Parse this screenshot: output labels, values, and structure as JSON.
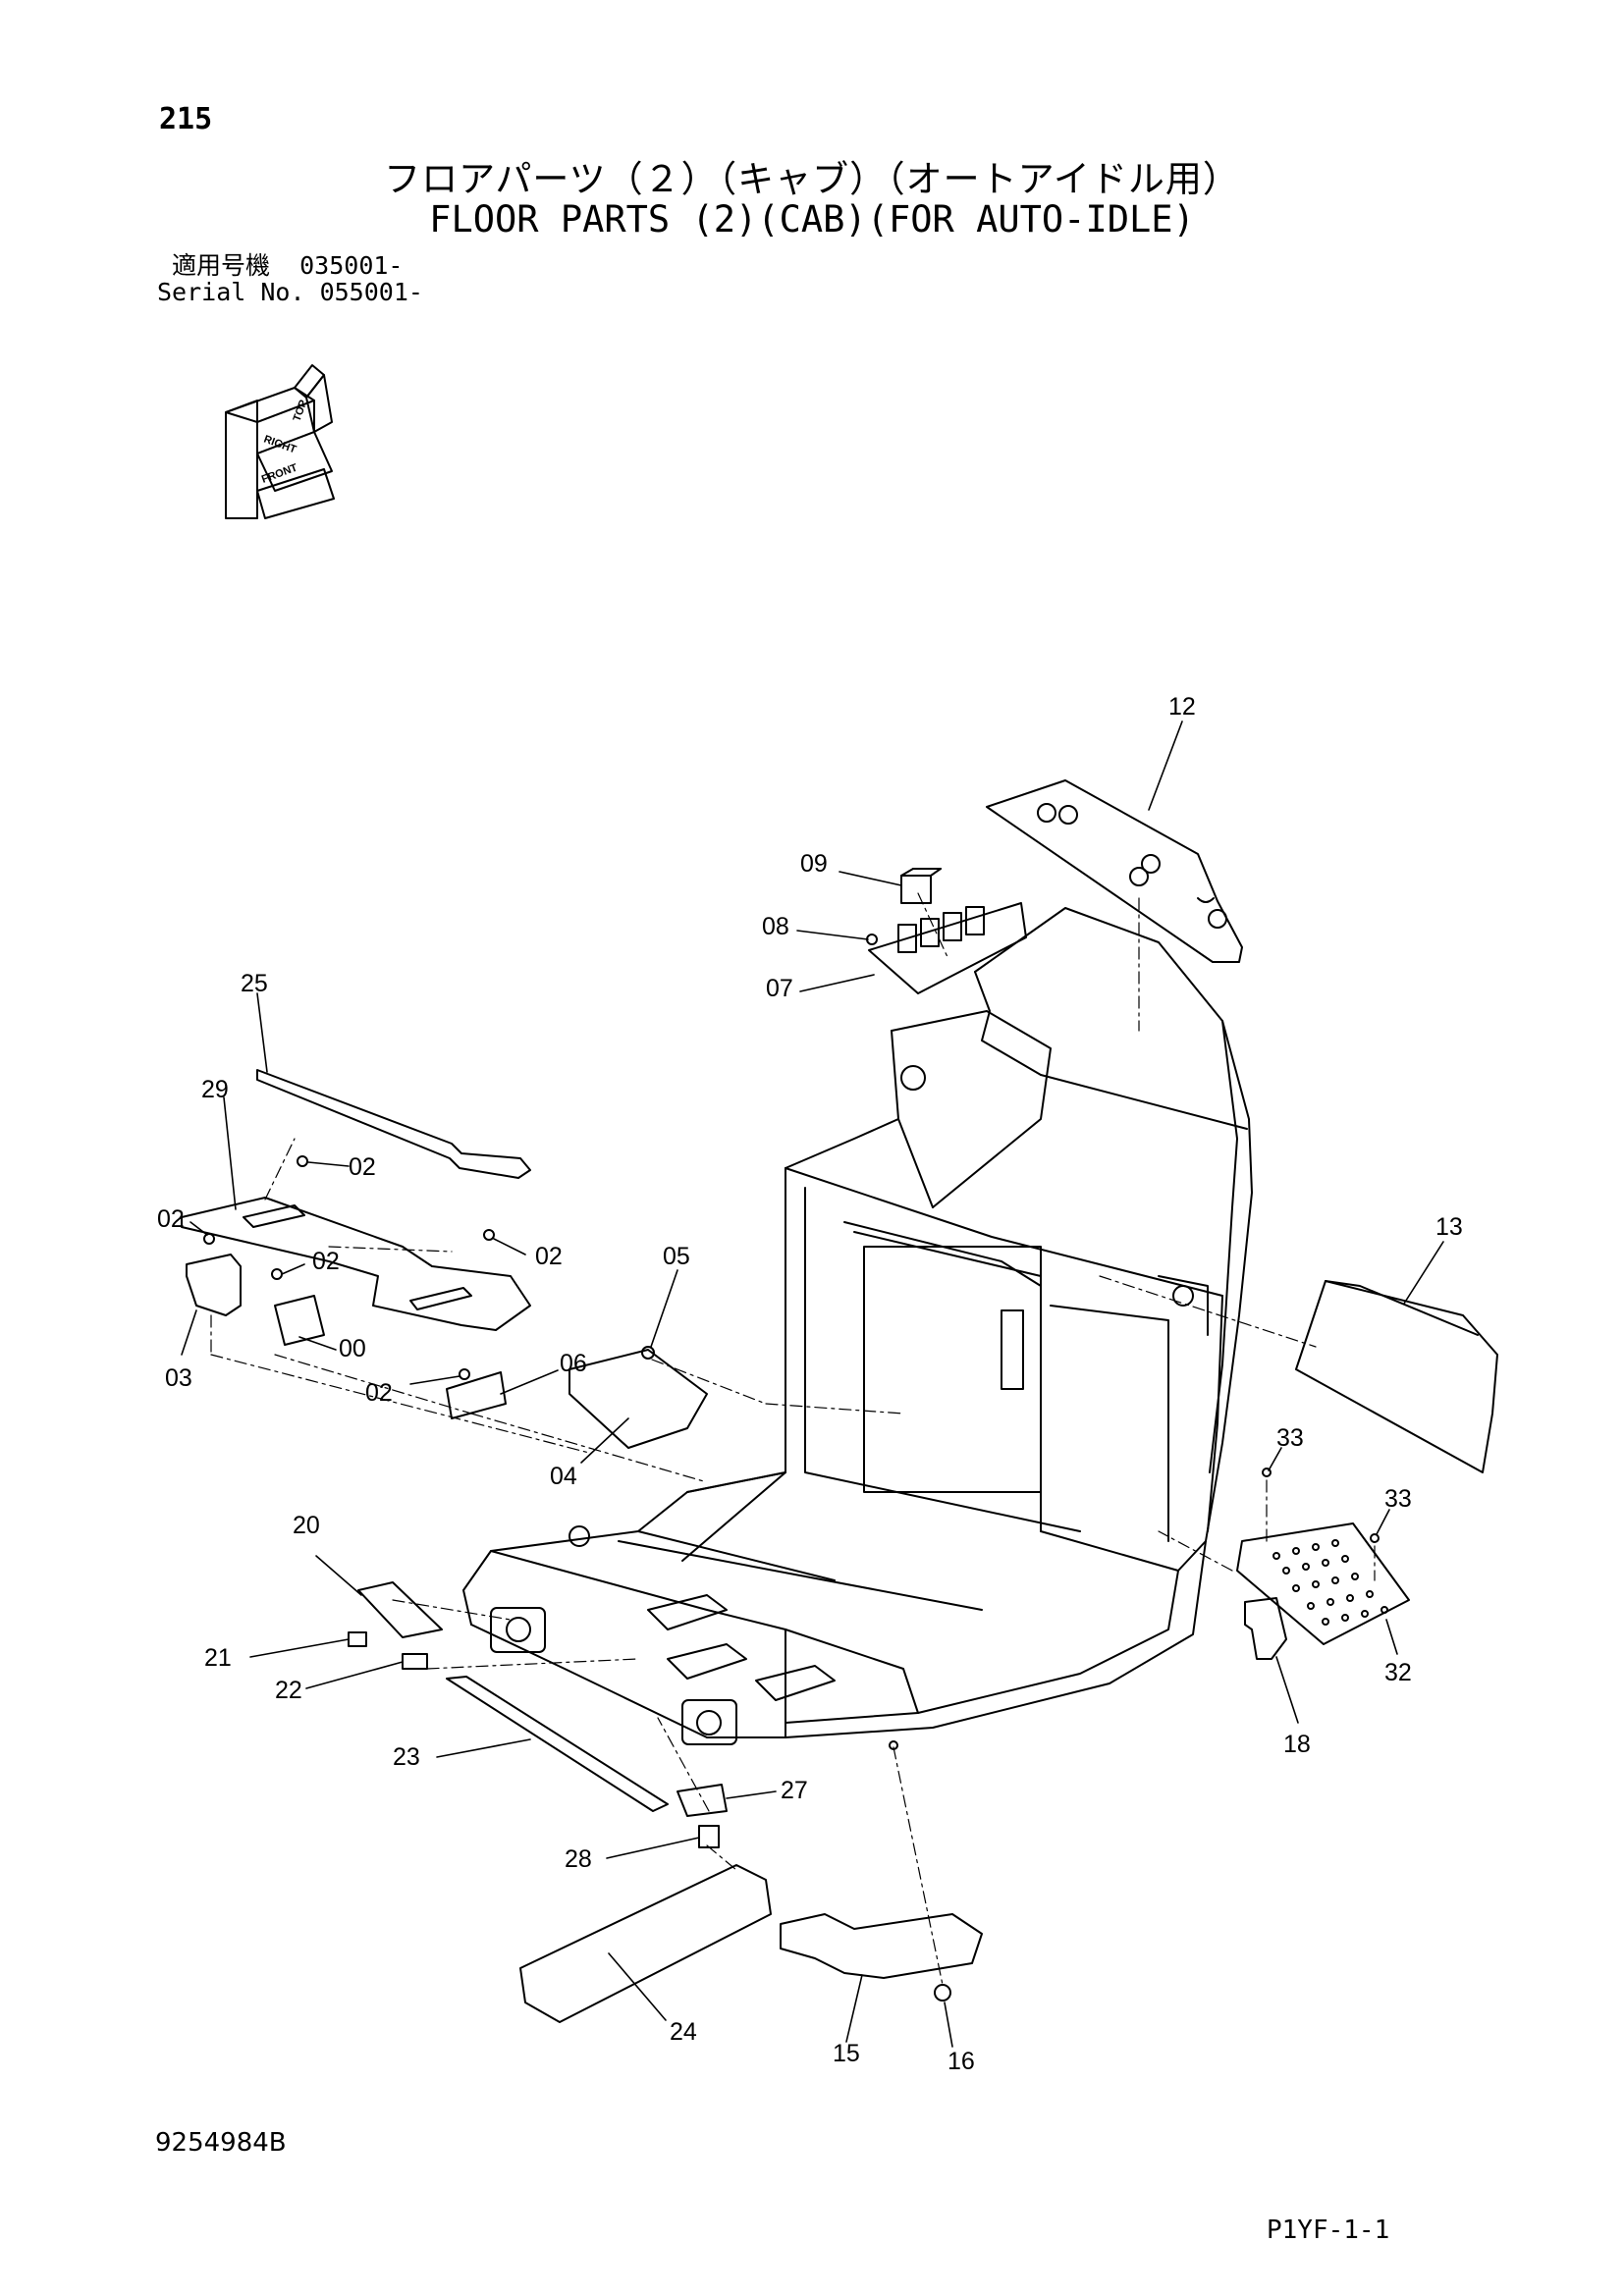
{
  "page_number": "215",
  "title_jp": "フロアパーツ（２）（キャブ）（オートアイドル用）",
  "title_en": "FLOOR PARTS (2)(CAB)(FOR AUTO-IDLE)",
  "serial": {
    "label_jp": "適用号機",
    "value_jp": "035001-",
    "label_en": "Serial No.",
    "value_en": "055001-"
  },
  "orientation_icon": [
    "TOP",
    "RIGHT",
    "FRONT"
  ],
  "callouts": [
    "12",
    "09",
    "08",
    "07",
    "25",
    "29",
    "02",
    "02",
    "02",
    "02",
    "02",
    "05",
    "00",
    "03",
    "06",
    "04",
    "13",
    "33",
    "33",
    "32",
    "18",
    "20",
    "21",
    "22",
    "23",
    "27",
    "28",
    "24",
    "15",
    "16"
  ],
  "drawing_number": "9254984B",
  "page_code": "P1YF-1-1"
}
